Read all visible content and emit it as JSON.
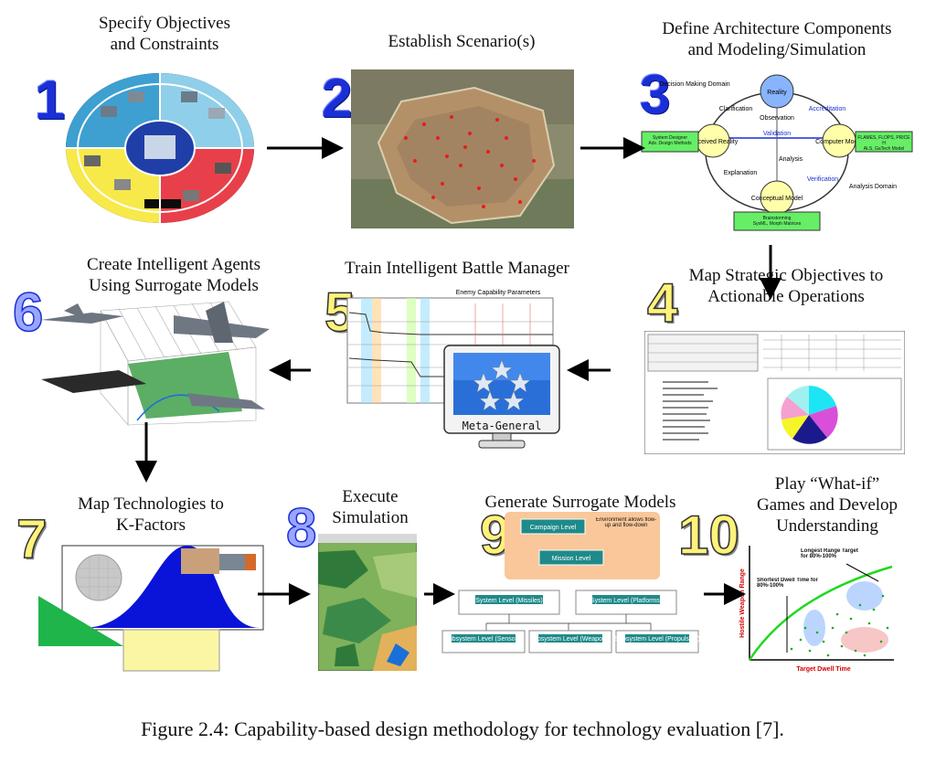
{
  "steps": [
    {
      "number": "1",
      "label": "Specify Objectives\nand Constraints"
    },
    {
      "number": "2",
      "label": "Establish Scenario(s)"
    },
    {
      "number": "3",
      "label": "Define Architecture Components\nand Modeling/Simulation"
    },
    {
      "number": "4",
      "label": "Map Strategic Objectives to\nActionable Operations"
    },
    {
      "number": "5",
      "label": "Train Intelligent Battle Manager"
    },
    {
      "number": "6",
      "label": "Create Intelligent Agents\nUsing Surrogate Models"
    },
    {
      "number": "7",
      "label": "Map Technologies to\nK-Factors"
    },
    {
      "number": "8",
      "label": "Execute\nSimulation"
    },
    {
      "number": "9",
      "label": "Generate Surrogate Models"
    },
    {
      "number": "10",
      "label": "Play “What-if”\nGames and Develop\nUnderstanding"
    }
  ],
  "step3_diagram": {
    "nodes": [
      "Reality",
      "Perceived Reality",
      "Computer Model",
      "Conceptual Model"
    ],
    "edge_labels": [
      "Validation",
      "Accreditation",
      "Verification",
      "Clarification",
      "Observation",
      "Explanation",
      "Analysis"
    ],
    "domain_labels": [
      "Decision Making Domain",
      "Analysis Domain"
    ],
    "green_boxes": [
      "System Designer\nAdv. Design Methods",
      "FLAMES, FLOPS, PRICE H\nALS, GaTech Model Engineer",
      "Brainstorming\nSysML, Morph Matrices"
    ]
  },
  "step5": {
    "monitor_label": "Meta-General",
    "panel_header": "Enemy Capability Parameters"
  },
  "step9": {
    "box_top": "Campaign Level",
    "box_mission": "Mission Level",
    "note": "Environment allows flow-up and flow-down",
    "system_boxes": [
      "System Level (Missiles)",
      "System Level (Platforms)"
    ],
    "subsystem_boxes": [
      "Subsystem Level (Sensors)",
      "Subsystem Level (Weapons)",
      "Subsystem Level (Propulsion)"
    ]
  },
  "step10": {
    "annotation_top": "Longest Range Target\nfor 80%-100%",
    "annotation_left": "Shortest Dwell Time for\n80%-100%",
    "ylabel": "Hostile Weapon Range",
    "xlabel": "Target Dwell Time"
  },
  "caption": "Figure 2.4: Capability-based design methodology for technology evaluation [7].",
  "colors": {
    "number_blue": "#1a2fd6",
    "number_yellow": "#fff27a",
    "green_box": "#66ee66",
    "node_yellow": "#ffffaa",
    "node_blue": "#88b4ff",
    "arrow": "#000000"
  }
}
